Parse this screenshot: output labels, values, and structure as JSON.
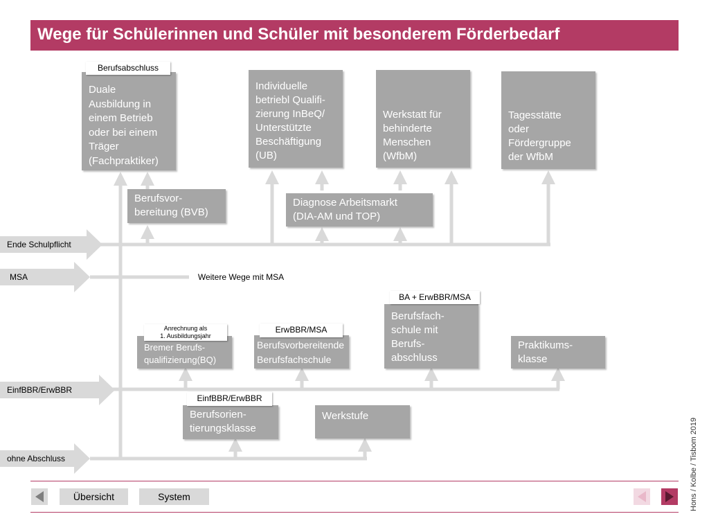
{
  "title": "Wege für Schülerinnen und Schüler mit besonderem Förderbedarf",
  "levels": {
    "ende_schulpflicht": "Ende Schulpflicht",
    "msa": "MSA",
    "einfbbr": "EinfBBR/ErwBBR",
    "ohne_abschluss": "ohne Abschluss"
  },
  "boxes": {
    "duale_ausbildung": "Duale\nAusbildung in\neinem Betrieb\noder bei einem\nTräger\n(Fachpraktiker)",
    "individuelle": "Individuelle\nbetriebl Qualifi-\nzierung InBeQ/\nUnterstützte\nBeschäftigung\n(UB)",
    "werkstatt": "Werkstatt für\nbehinderte\nMenschen\n(WfbM)",
    "tagesstaette": "Tagesstätte\noder\nFördergruppe\nder WfbM",
    "bvb": "Berufsvor-\nbereitung (BVB)",
    "diagnose": "Diagnose Arbeitsmarkt\n(DIA-AM und TOP)",
    "bremer": "Bremer Berufs-\nqualifizierung(BQ)",
    "berufsvorbereitende": "Berufsvorbereitende\nBerufsfachschule",
    "berufsfachschule": "Berufsfach-\nschule mit\nBerufs-\nabschluss",
    "praktikum": "Praktikums-\nklasse",
    "berufsorientierung": "Berufsorien-\ntierungsklasse",
    "werkstufe": "Werkstufe"
  },
  "tags": {
    "berufsabschluss": "Berufsabschluss",
    "weitere_wege": "Weitere Wege mit MSA",
    "ba_erwbbr_msa": "BA + ErwBBR/MSA",
    "anrechnung": "Anrechnung als\n1. Ausbildungsjahr",
    "erwbbr_msa": "ErwBBR/MSA",
    "einfbbr_erwbbr": "EinfBBR/ErwBBR"
  },
  "side_note": "Hons / Kolbe / Tisbom 2019",
  "nav": {
    "uebersicht": "Übersicht",
    "system": "System"
  },
  "colors": {
    "accent": "#b33b64",
    "box": "#a6a6a6",
    "line": "#d9d9d9"
  }
}
